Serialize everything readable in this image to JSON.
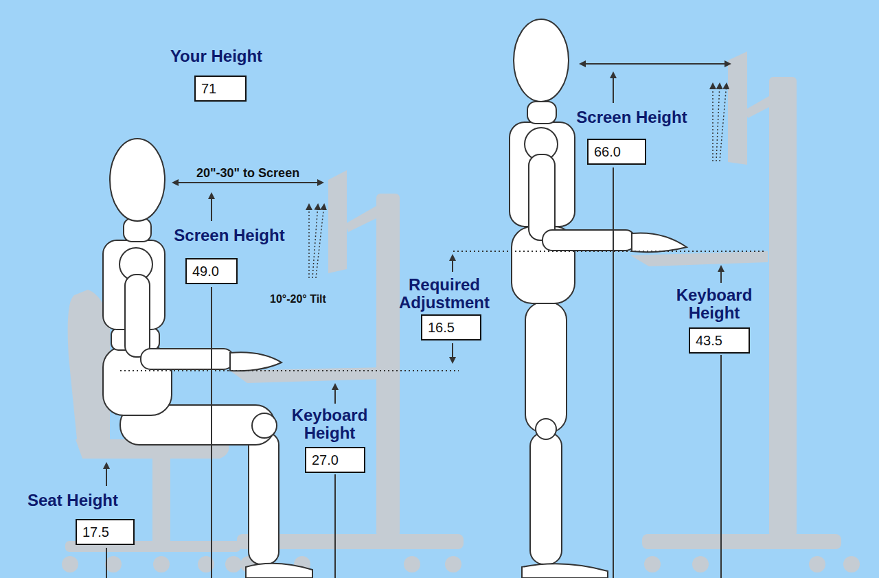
{
  "diagram": {
    "nodes": [
      {
        "text": [
          "Your Height",
          "71"
        ]
      },
      {
        "text": [
          "Screen Height",
          "66.0"
        ]
      },
      {
        "text": [
          "Screen Height",
          "49.0"
        ]
      },
      {
        "text": [
          "Required Adjustment",
          "16.5"
        ]
      },
      {
        "text": [
          "Keyboard Height",
          "43.5"
        ]
      },
      {
        "text": [
          "Keyboard Height",
          "27.0"
        ]
      },
      {
        "text": [
          "Seat Height",
          "17.5"
        ]
      }
    ],
    "labels": [
      "20\"-30\" to Screen",
      "10°-20° Tilt"
    ]
  }
}
